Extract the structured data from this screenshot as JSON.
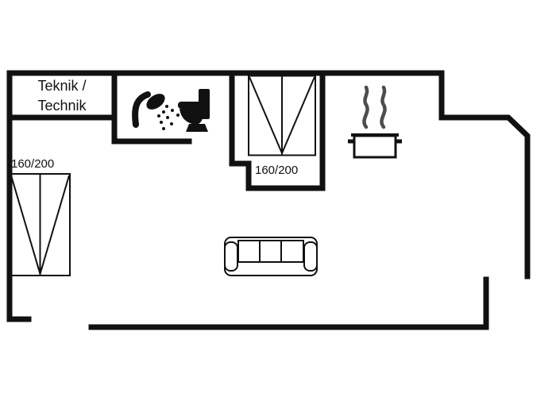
{
  "floorplan": {
    "wall_color": "#111111",
    "steam_color": "#4d4d4d",
    "background": "#ffffff",
    "teknik_room": {
      "label_line1": "Teknik /",
      "label_line2": "Technik"
    },
    "bed_left": {
      "label": "160/200"
    },
    "bed_middle": {
      "label": "160/200"
    },
    "icons": {
      "shower": "shower-icon",
      "toilet": "toilet-icon",
      "cooking_pot": "cooking-pot-icon",
      "sofa": "sofa-icon",
      "bed": "bed-icon"
    }
  }
}
